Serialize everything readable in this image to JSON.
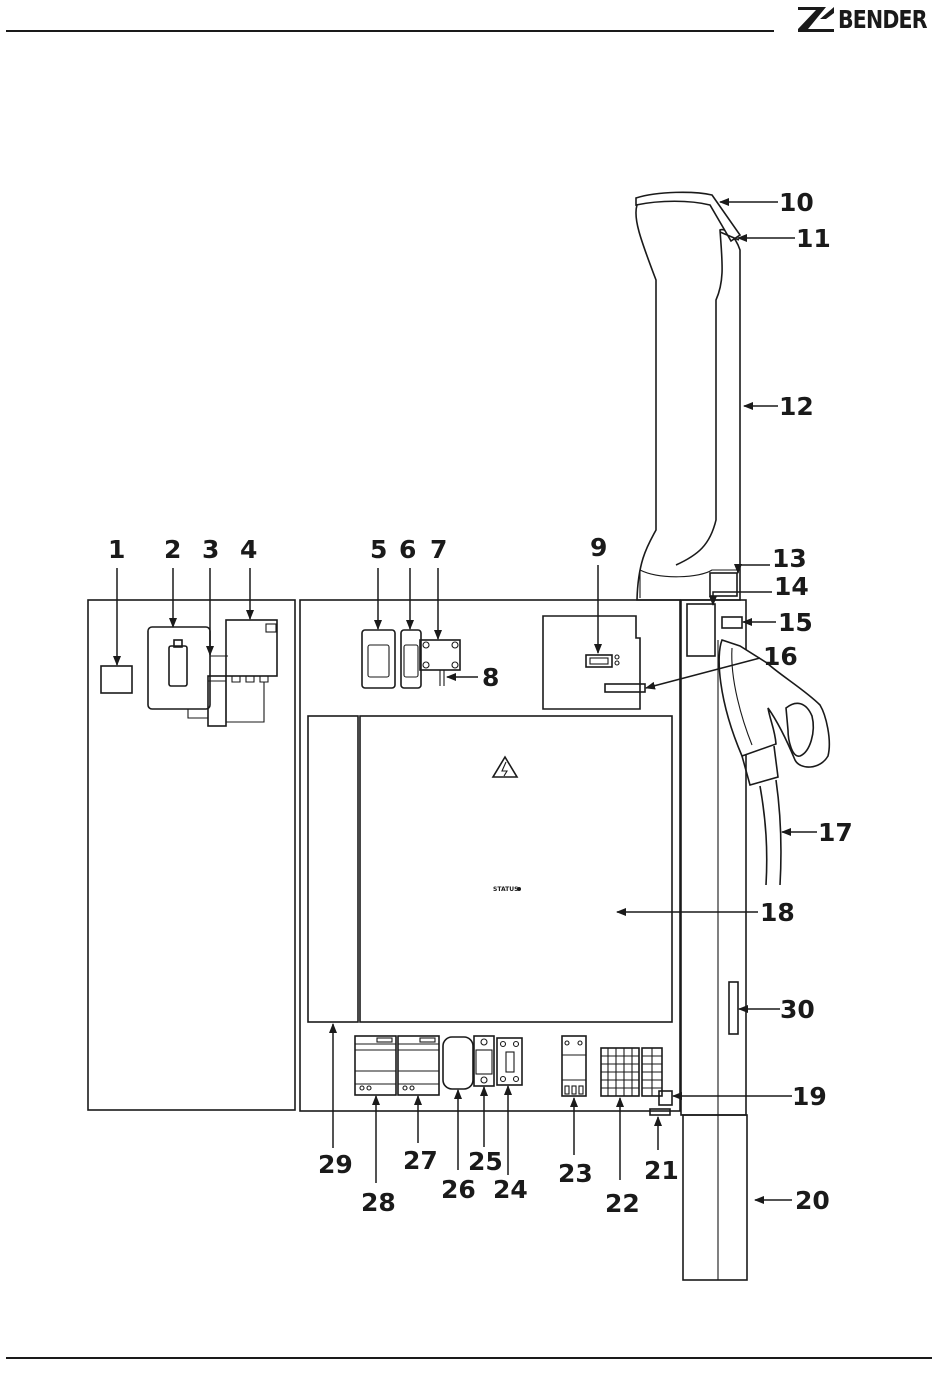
{
  "header": {
    "brand": "BENDER",
    "logo_icon": "bender-logo-icon"
  },
  "diagram": {
    "status_text": "STATUS",
    "warning_icon": "high-voltage-warning-icon",
    "callouts": [
      "1",
      "2",
      "3",
      "4",
      "5",
      "6",
      "7",
      "8",
      "9",
      "10",
      "11",
      "12",
      "13",
      "14",
      "15",
      "16",
      "17",
      "18",
      "19",
      "20",
      "21",
      "22",
      "23",
      "24",
      "25",
      "26",
      "27",
      "28",
      "29",
      "30"
    ]
  }
}
